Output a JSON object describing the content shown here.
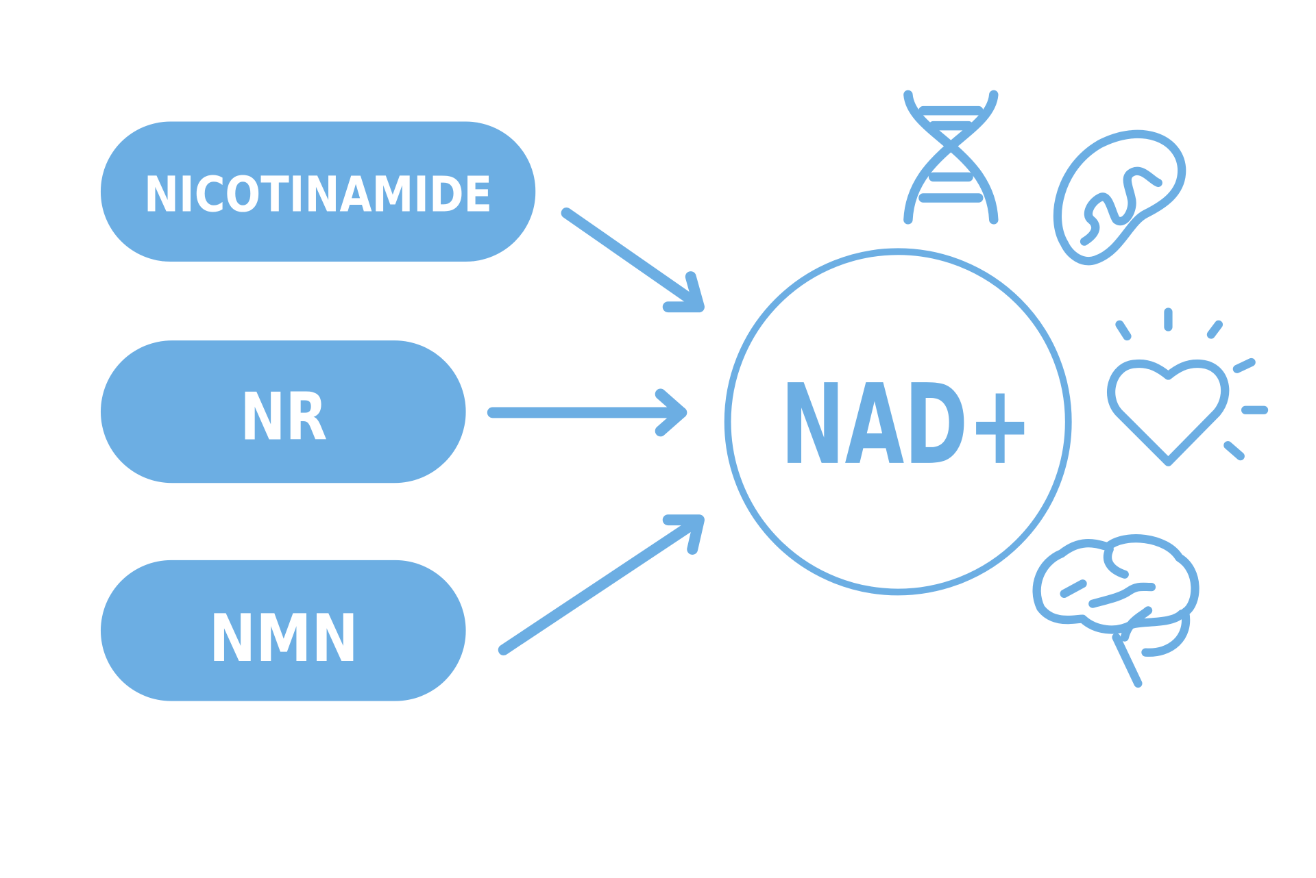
{
  "precursors": [
    {
      "label": "NICOTINAMIDE"
    },
    {
      "label": "NR"
    },
    {
      "label": "NMN"
    }
  ],
  "center": {
    "label": "NAD+"
  },
  "icons": [
    "dna-icon",
    "mitochondria-icon",
    "heart-icon",
    "brain-icon"
  ],
  "colors": {
    "accent": "#6caee3",
    "background": "#ffffff"
  }
}
